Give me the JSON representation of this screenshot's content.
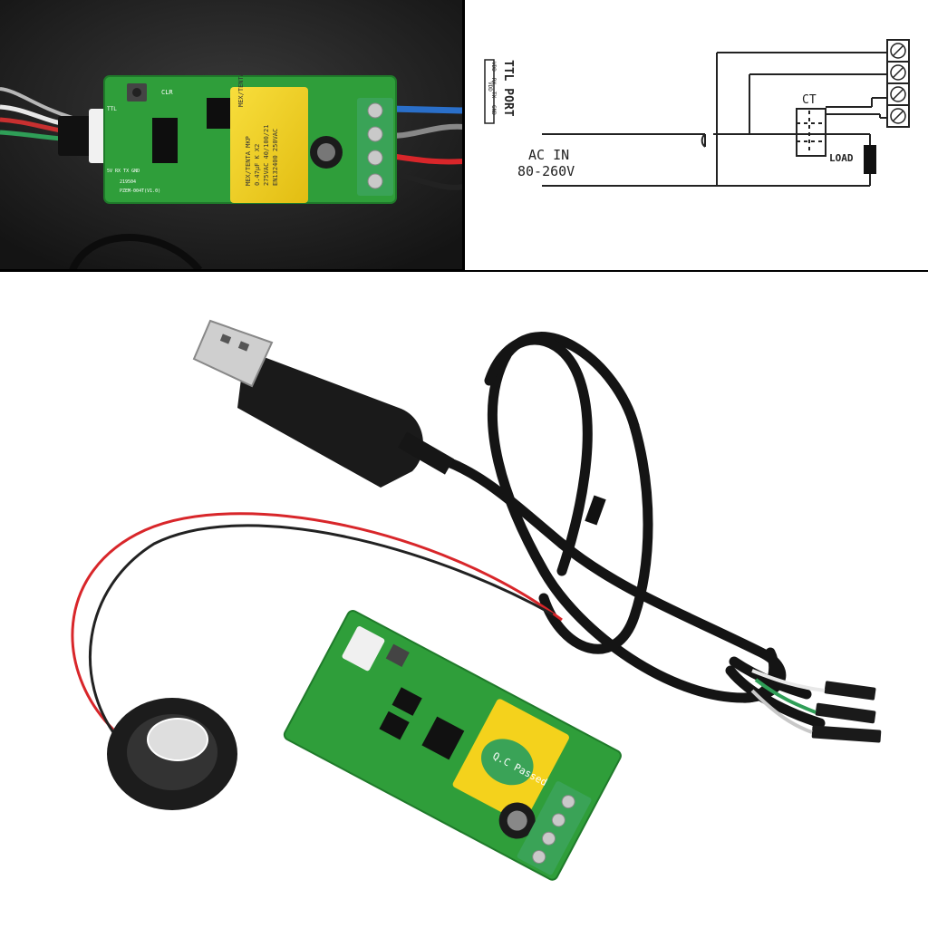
{
  "diagram": {
    "ttl_port_label": "TTL PORT",
    "ttl_pins": [
      "VDD",
      "RX",
      "TX",
      "GND"
    ],
    "ct_label": "CT",
    "load_label": "LOAD",
    "ac_in_line1": "AC IN",
    "ac_in_line2": "80-260V"
  },
  "pcb_photo": {
    "capacitor_text": [
      "MEX/TENTA MKP",
      "0.47μF K X2",
      "275VAC 40/100/21",
      "EN132400 250VAC"
    ],
    "board_id": "PZEM-004T(V1.0)",
    "board_code": "219504",
    "button_label": "CLR",
    "connector_label": "TTL",
    "pin_labels": "5V RX TX GND"
  },
  "product_photo": {
    "sticker_text": "Q.C Passed"
  },
  "colors": {
    "pcb_green": "#2f9e3a",
    "capacitor_yellow": "#f4d21c",
    "terminal_green": "#3aa357",
    "wire_red": "#d8262a",
    "wire_blue": "#2a6fc9",
    "cable_black": "#141414"
  }
}
